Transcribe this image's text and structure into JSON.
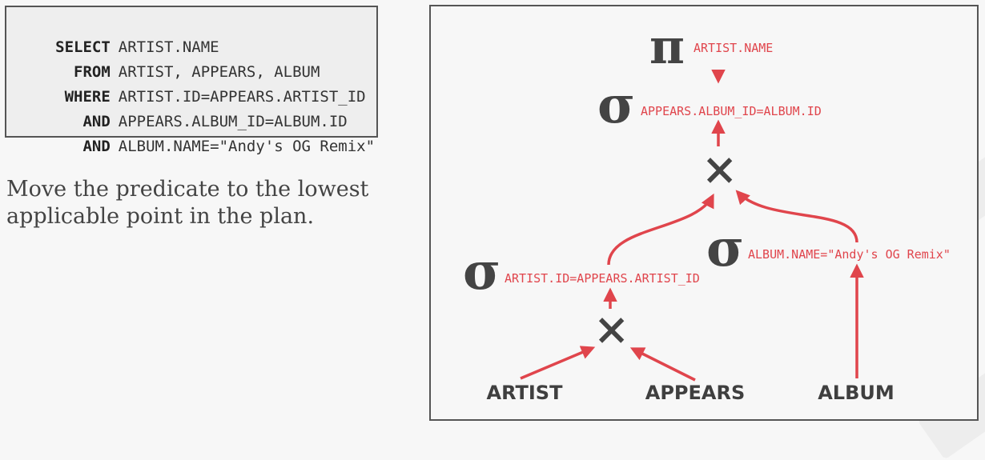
{
  "sql": {
    "lines": [
      {
        "keyword": "SELECT",
        "text": "ARTIST.NAME"
      },
      {
        "keyword": "FROM",
        "text": "ARTIST, APPEARS, ALBUM"
      },
      {
        "keyword": "WHERE",
        "text": "ARTIST.ID=APPEARS.ARTIST_ID"
      },
      {
        "keyword": "AND",
        "text": "APPEARS.ALBUM_ID=ALBUM.ID"
      },
      {
        "keyword": "AND",
        "text": "ALBUM.NAME=\"Andy's OG Remix\""
      }
    ]
  },
  "caption": "Move the predicate to the lowest applicable point in the plan.",
  "plan": {
    "projection": {
      "symbol": "π",
      "predicate": "ARTIST.NAME"
    },
    "select_top": {
      "symbol": "σ",
      "predicate": "APPEARS.ALBUM_ID=ALBUM.ID"
    },
    "join_top": {
      "symbol": "×"
    },
    "select_left": {
      "symbol": "σ",
      "predicate": "ARTIST.ID=APPEARS.ARTIST_ID"
    },
    "select_right": {
      "symbol": "σ",
      "predicate": "ALBUM.NAME=\"Andy's OG Remix\""
    },
    "join_bottom": {
      "symbol": "×"
    },
    "relations": {
      "artist": "ARTIST",
      "appears": "APPEARS",
      "album": "ALBUM"
    },
    "edge_color": "#e0454c"
  }
}
